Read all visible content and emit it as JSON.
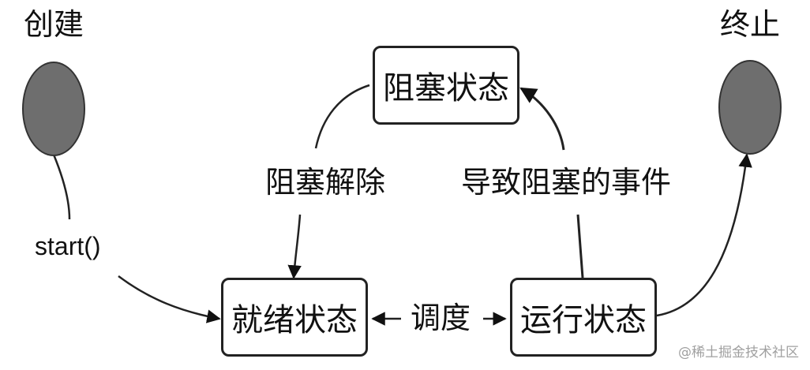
{
  "nodes": {
    "start": {
      "label": "创建",
      "color": "#6e6e6e"
    },
    "end": {
      "label": "终止",
      "color": "#6e6e6e"
    }
  },
  "states": {
    "blocked": "阻塞状态",
    "ready": "就绪状态",
    "running": "运行状态"
  },
  "transitions": {
    "start_call": "start()",
    "unblock": "阻塞解除",
    "block_event": "导致阻塞的事件",
    "schedule": "调度"
  },
  "watermark": "@稀土掘金技术社区"
}
